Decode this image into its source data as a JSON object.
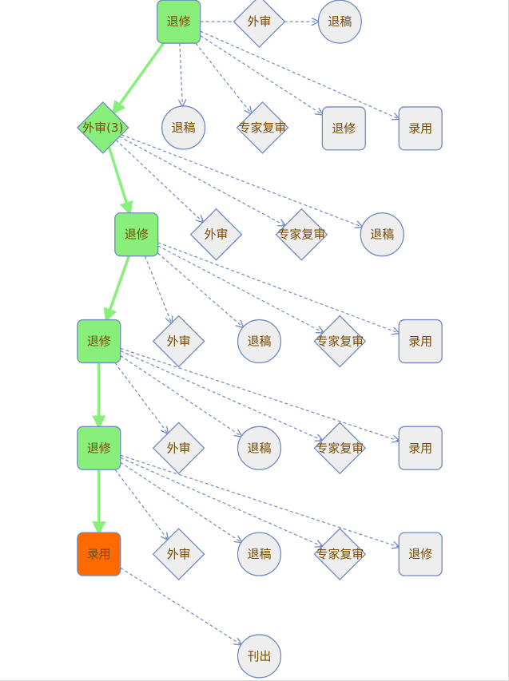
{
  "colors": {
    "node_fill": "#eeeeee",
    "node_stroke": "#6f8ac4",
    "active_fill": "#88f07a",
    "current_fill": "#ff6a00",
    "text": "#7a4a00",
    "main_edge": "#88f07a",
    "branch_edge": "#6f8ac4"
  },
  "nodes": [
    {
      "id": "n1",
      "label": "退修",
      "shape": "rect",
      "state": "active"
    },
    {
      "id": "n2",
      "label": "外审",
      "shape": "diamond",
      "state": "normal"
    },
    {
      "id": "n3",
      "label": "退稿",
      "shape": "circle",
      "state": "normal"
    },
    {
      "id": "n4",
      "label": "外审(3)",
      "shape": "diamond",
      "state": "active"
    },
    {
      "id": "n5",
      "label": "退稿",
      "shape": "circle",
      "state": "normal"
    },
    {
      "id": "n6",
      "label": "专家复审",
      "shape": "diamond",
      "state": "normal"
    },
    {
      "id": "n7",
      "label": "退修",
      "shape": "rect",
      "state": "normal"
    },
    {
      "id": "n8",
      "label": "录用",
      "shape": "rect",
      "state": "normal"
    },
    {
      "id": "n9",
      "label": "退修",
      "shape": "rect",
      "state": "active"
    },
    {
      "id": "n10",
      "label": "外审",
      "shape": "diamond",
      "state": "normal"
    },
    {
      "id": "n11",
      "label": "专家复审",
      "shape": "diamond",
      "state": "normal"
    },
    {
      "id": "n12",
      "label": "退稿",
      "shape": "circle",
      "state": "normal"
    },
    {
      "id": "n13",
      "label": "退修",
      "shape": "rect",
      "state": "active"
    },
    {
      "id": "n14",
      "label": "外审",
      "shape": "diamond",
      "state": "normal"
    },
    {
      "id": "n15",
      "label": "退稿",
      "shape": "circle",
      "state": "normal"
    },
    {
      "id": "n16",
      "label": "专家复审",
      "shape": "diamond",
      "state": "normal"
    },
    {
      "id": "n17",
      "label": "录用",
      "shape": "rect",
      "state": "normal"
    },
    {
      "id": "n18",
      "label": "退修",
      "shape": "rect",
      "state": "active"
    },
    {
      "id": "n19",
      "label": "外审",
      "shape": "diamond",
      "state": "normal"
    },
    {
      "id": "n20",
      "label": "退稿",
      "shape": "circle",
      "state": "normal"
    },
    {
      "id": "n21",
      "label": "专家复审",
      "shape": "diamond",
      "state": "normal"
    },
    {
      "id": "n22",
      "label": "录用",
      "shape": "rect",
      "state": "normal"
    },
    {
      "id": "n23",
      "label": "录用",
      "shape": "rect",
      "state": "current"
    },
    {
      "id": "n24",
      "label": "外审",
      "shape": "diamond",
      "state": "normal"
    },
    {
      "id": "n25",
      "label": "退稿",
      "shape": "circle",
      "state": "normal"
    },
    {
      "id": "n26",
      "label": "专家复审",
      "shape": "diamond",
      "state": "normal"
    },
    {
      "id": "n27",
      "label": "退修",
      "shape": "rect",
      "state": "normal"
    },
    {
      "id": "n28",
      "label": "刊出",
      "shape": "circle",
      "state": "normal"
    }
  ],
  "edges": [
    {
      "from": "n1",
      "to": "n4",
      "type": "main"
    },
    {
      "from": "n4",
      "to": "n9",
      "type": "main"
    },
    {
      "from": "n9",
      "to": "n13",
      "type": "main"
    },
    {
      "from": "n13",
      "to": "n18",
      "type": "main"
    },
    {
      "from": "n18",
      "to": "n23",
      "type": "main"
    },
    {
      "from": "n1",
      "to": "n3",
      "type": "branch"
    },
    {
      "from": "n1",
      "to": "n5",
      "type": "branch"
    },
    {
      "from": "n1",
      "to": "n6",
      "type": "branch"
    },
    {
      "from": "n1",
      "to": "n7",
      "type": "branch"
    },
    {
      "from": "n1",
      "to": "n8",
      "type": "branch"
    },
    {
      "from": "n4",
      "to": "n10",
      "type": "branch"
    },
    {
      "from": "n4",
      "to": "n11",
      "type": "branch"
    },
    {
      "from": "n4",
      "to": "n12",
      "type": "branch"
    },
    {
      "from": "n9",
      "to": "n14",
      "type": "branch"
    },
    {
      "from": "n9",
      "to": "n15",
      "type": "branch"
    },
    {
      "from": "n9",
      "to": "n16",
      "type": "branch"
    },
    {
      "from": "n9",
      "to": "n17",
      "type": "branch"
    },
    {
      "from": "n13",
      "to": "n19",
      "type": "branch"
    },
    {
      "from": "n13",
      "to": "n20",
      "type": "branch"
    },
    {
      "from": "n13",
      "to": "n21",
      "type": "branch"
    },
    {
      "from": "n13",
      "to": "n22",
      "type": "branch"
    },
    {
      "from": "n18",
      "to": "n24",
      "type": "branch"
    },
    {
      "from": "n18",
      "to": "n25",
      "type": "branch"
    },
    {
      "from": "n18",
      "to": "n26",
      "type": "branch"
    },
    {
      "from": "n18",
      "to": "n27",
      "type": "branch"
    },
    {
      "from": "n23",
      "to": "n28",
      "type": "branch"
    }
  ]
}
